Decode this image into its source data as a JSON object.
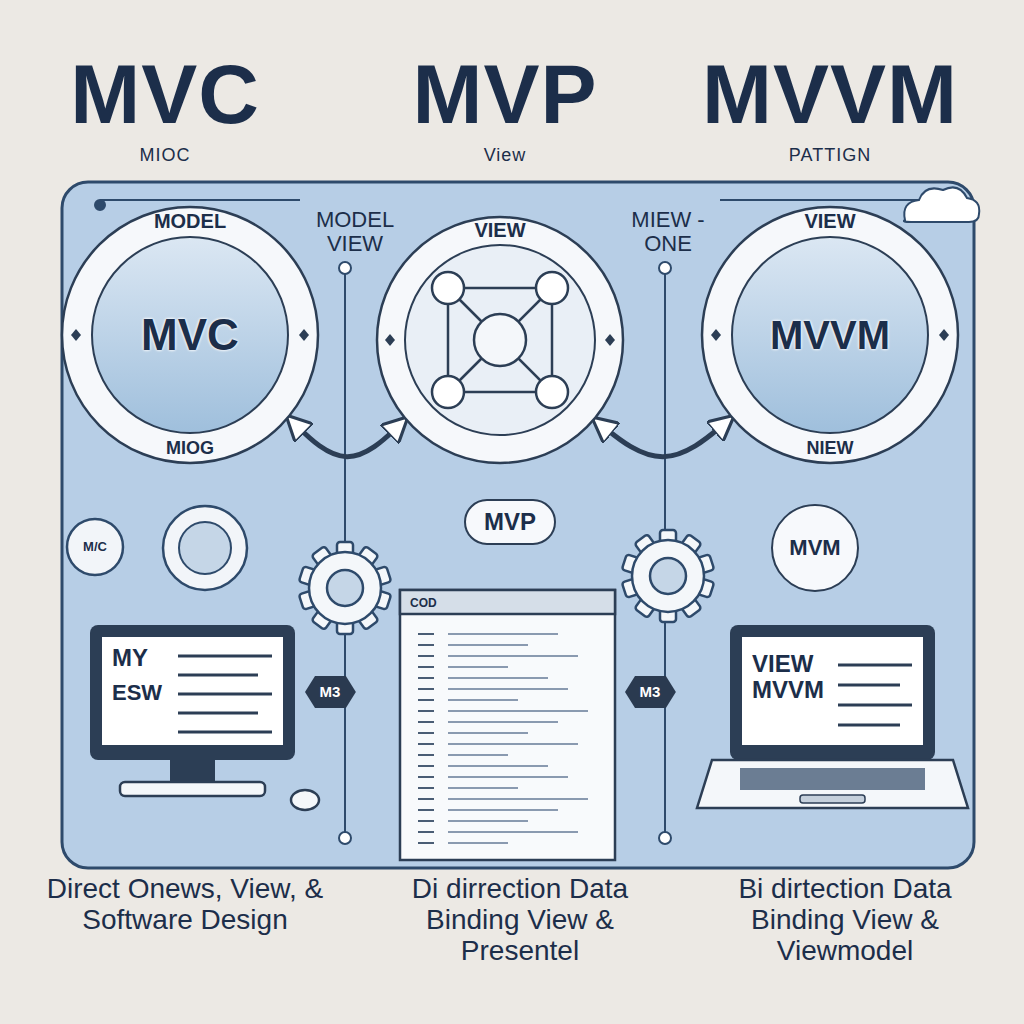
{
  "diagram": {
    "nodes": [
      {
        "text": [
          "MODEL",
          "MVC",
          "MIOG"
        ]
      },
      {
        "text": [
          "VIEW"
        ]
      },
      {
        "text": [
          "VIEW",
          "MVVM",
          "NIEW"
        ]
      },
      {
        "text": [
          "MVP"
        ]
      },
      {
        "text": [
          "MVM"
        ]
      },
      {
        "text": [
          "MY",
          "ESW"
        ]
      },
      {
        "text": [
          "COD"
        ]
      },
      {
        "text": [
          "M3"
        ]
      },
      {
        "text": [
          "M3"
        ]
      },
      {
        "text": [
          "VIEW MVVM"
        ]
      }
    ],
    "edges": [
      {
        "from": 0,
        "to": 1,
        "arrow": "both"
      },
      {
        "from": 1,
        "to": 2,
        "arrow": "both"
      }
    ],
    "labels": [
      "MVC",
      "MIOC",
      "MVP",
      "View",
      "MVVM",
      "PATTIGN",
      "MODEL VIEW",
      "MIEW -ONE",
      "M/C",
      "Direct Onews, View, & Software Design",
      "Di dirrection Data Binding View & Presentel",
      "Bi dirtection Data Binding View & Viewmodel"
    ]
  }
}
